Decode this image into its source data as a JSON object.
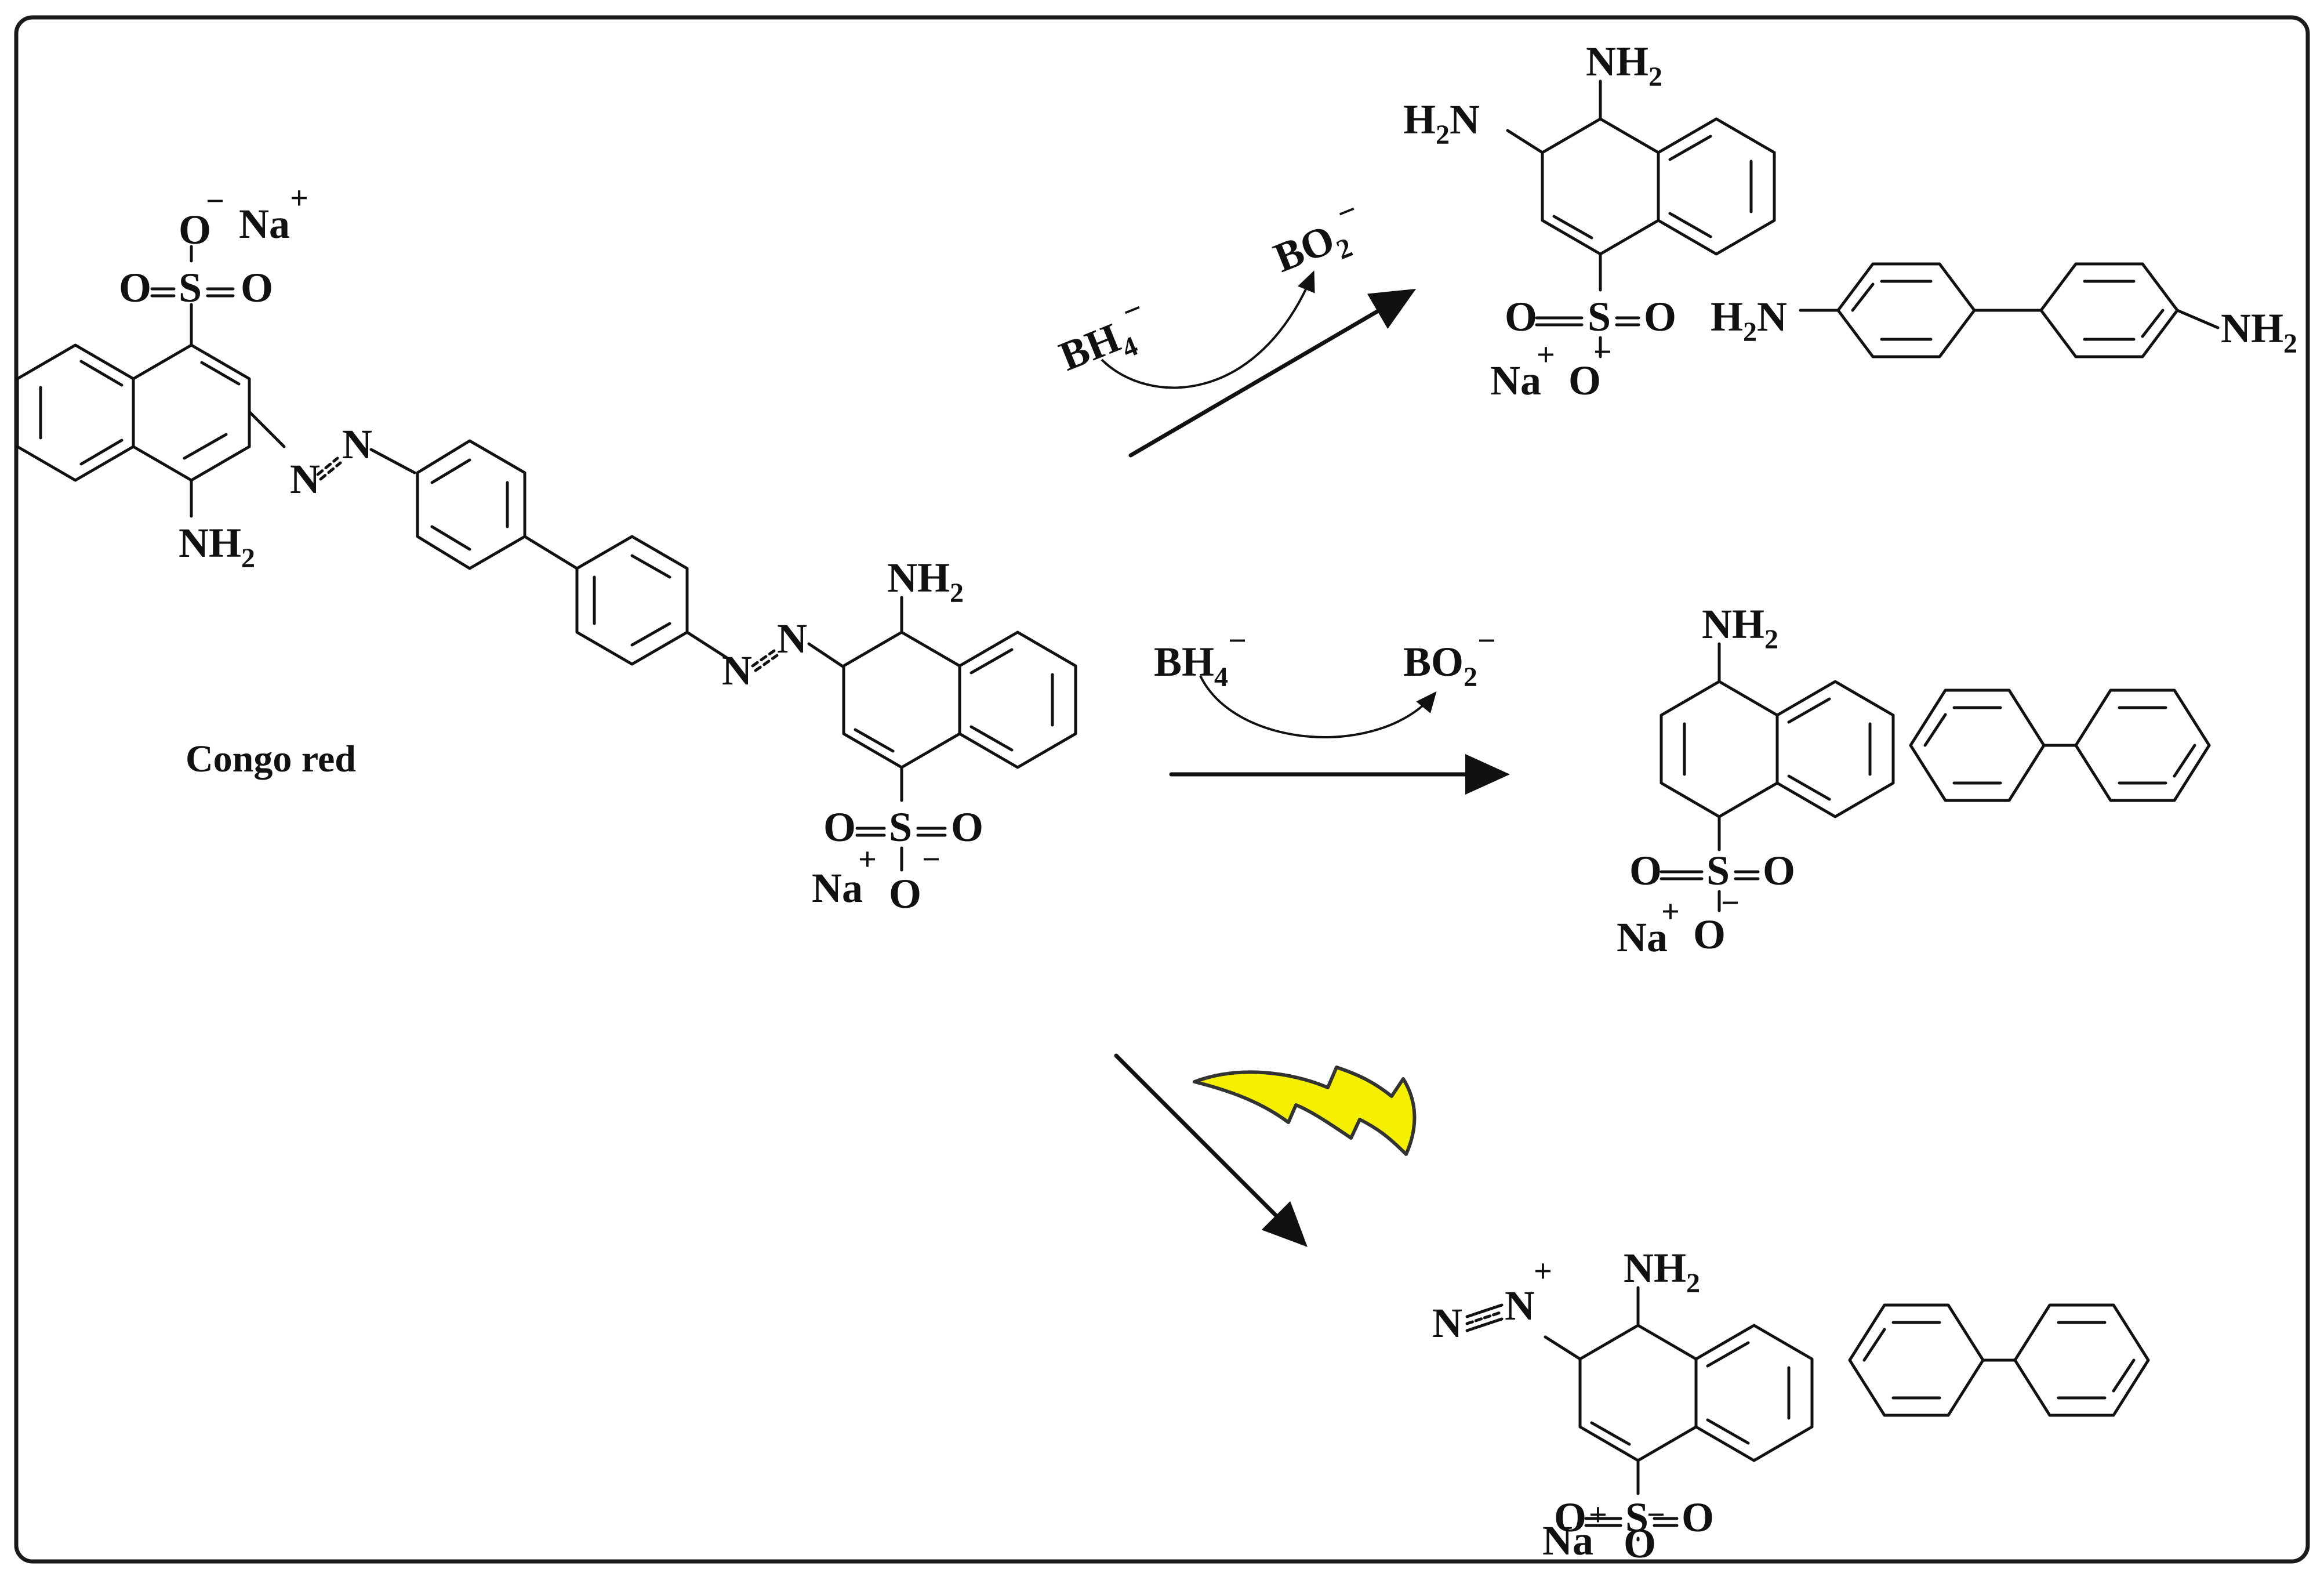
{
  "compound_name": "Congo red",
  "reagents": {
    "top": {
      "reactant": "BH",
      "reactant_sub": "4",
      "reactant_charge": "−",
      "product": "BO",
      "product_sub": "2",
      "product_charge": "−"
    },
    "middle": {
      "reactant": "BH",
      "reactant_sub": "4",
      "reactant_charge": "−",
      "product": "BO",
      "product_sub": "2",
      "product_charge": "−"
    }
  },
  "atoms": {
    "o": "O",
    "s": "S",
    "na": "Na",
    "nh": "NH",
    "h2n_h": "H",
    "h2n_n": "N",
    "n": "N",
    "two": "2",
    "plus": "+",
    "minus": "−"
  },
  "colors": {
    "line": "#111111",
    "frame": "#1a1a1a",
    "lightning_fill": "#f5f000",
    "lightning_stroke": "#333333"
  },
  "icons": {
    "lightning": "lightning-bolt-icon"
  }
}
